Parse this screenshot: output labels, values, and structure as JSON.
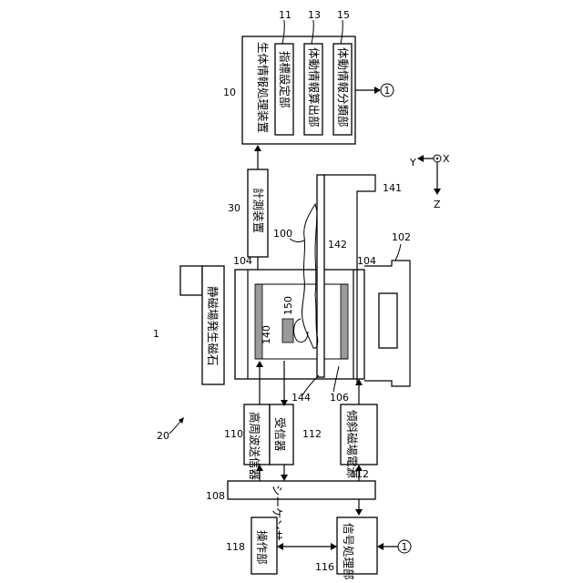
{
  "system": {
    "ref_1": "1",
    "ref_20": "20"
  },
  "blocks": {
    "bio_processor": {
      "ref": "10",
      "title": "生体情報処理装置"
    },
    "index_setting": {
      "ref": "11",
      "label": "指標設定部"
    },
    "motion_calc": {
      "ref": "13",
      "label": "体動情報算出部"
    },
    "motion_classify": {
      "ref": "15",
      "label": "体動情報分類部"
    },
    "measuring": {
      "ref": "30",
      "label": "計測装置"
    },
    "static_magnet": {
      "label": "静磁場発生磁石"
    },
    "rf_transmitter": {
      "ref": "110",
      "label": "高周波送信器"
    },
    "receiver": {
      "ref": "112",
      "label": "受信器"
    },
    "gradient_power": {
      "ref": "112",
      "label": "傾斜磁場電源"
    },
    "sequencer": {
      "ref": "108",
      "label": "シーケンサ"
    },
    "operation": {
      "ref": "118",
      "label": "操作部"
    },
    "signal_processing": {
      "ref": "116",
      "label": "信号処理部"
    }
  },
  "scanner_refs": {
    "gantry_left": "104",
    "gantry_right": "104",
    "base": "102",
    "person": "100",
    "coil": "140",
    "sensor": "150",
    "bed_top": "142",
    "bed_arm": "144",
    "frame": "141",
    "bore": "106"
  },
  "connector": {
    "symbol": "1"
  },
  "axes": {
    "y": "Y",
    "x": "X",
    "z": "Z"
  }
}
